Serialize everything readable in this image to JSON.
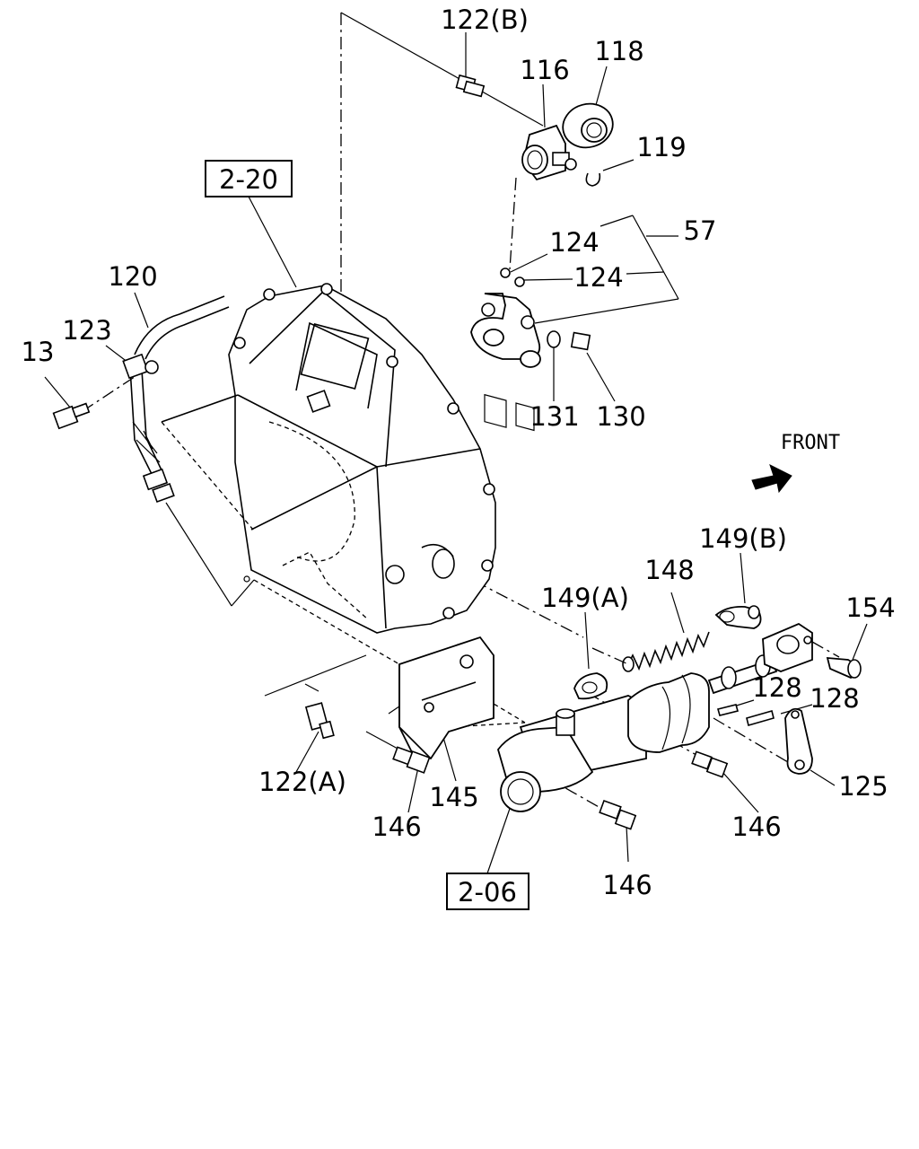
{
  "labels": {
    "p122b": "122(B)",
    "p116": "116",
    "p118": "118",
    "p119": "119",
    "p124a": "124",
    "p124b": "124",
    "p57": "57",
    "p131": "131",
    "p130": "130",
    "p120": "120",
    "p123": "123",
    "p13": "13",
    "p149b": "149(B)",
    "p148": "148",
    "p149a": "149(A)",
    "p154": "154",
    "p128a": "128",
    "p128b": "128",
    "p125": "125",
    "p122a": "122(A)",
    "p146a": "146",
    "p145": "145",
    "p146b": "146",
    "p146c": "146"
  },
  "refs": {
    "r220": "2-20",
    "r206": "2-06"
  },
  "front": {
    "text": "FRONT"
  }
}
